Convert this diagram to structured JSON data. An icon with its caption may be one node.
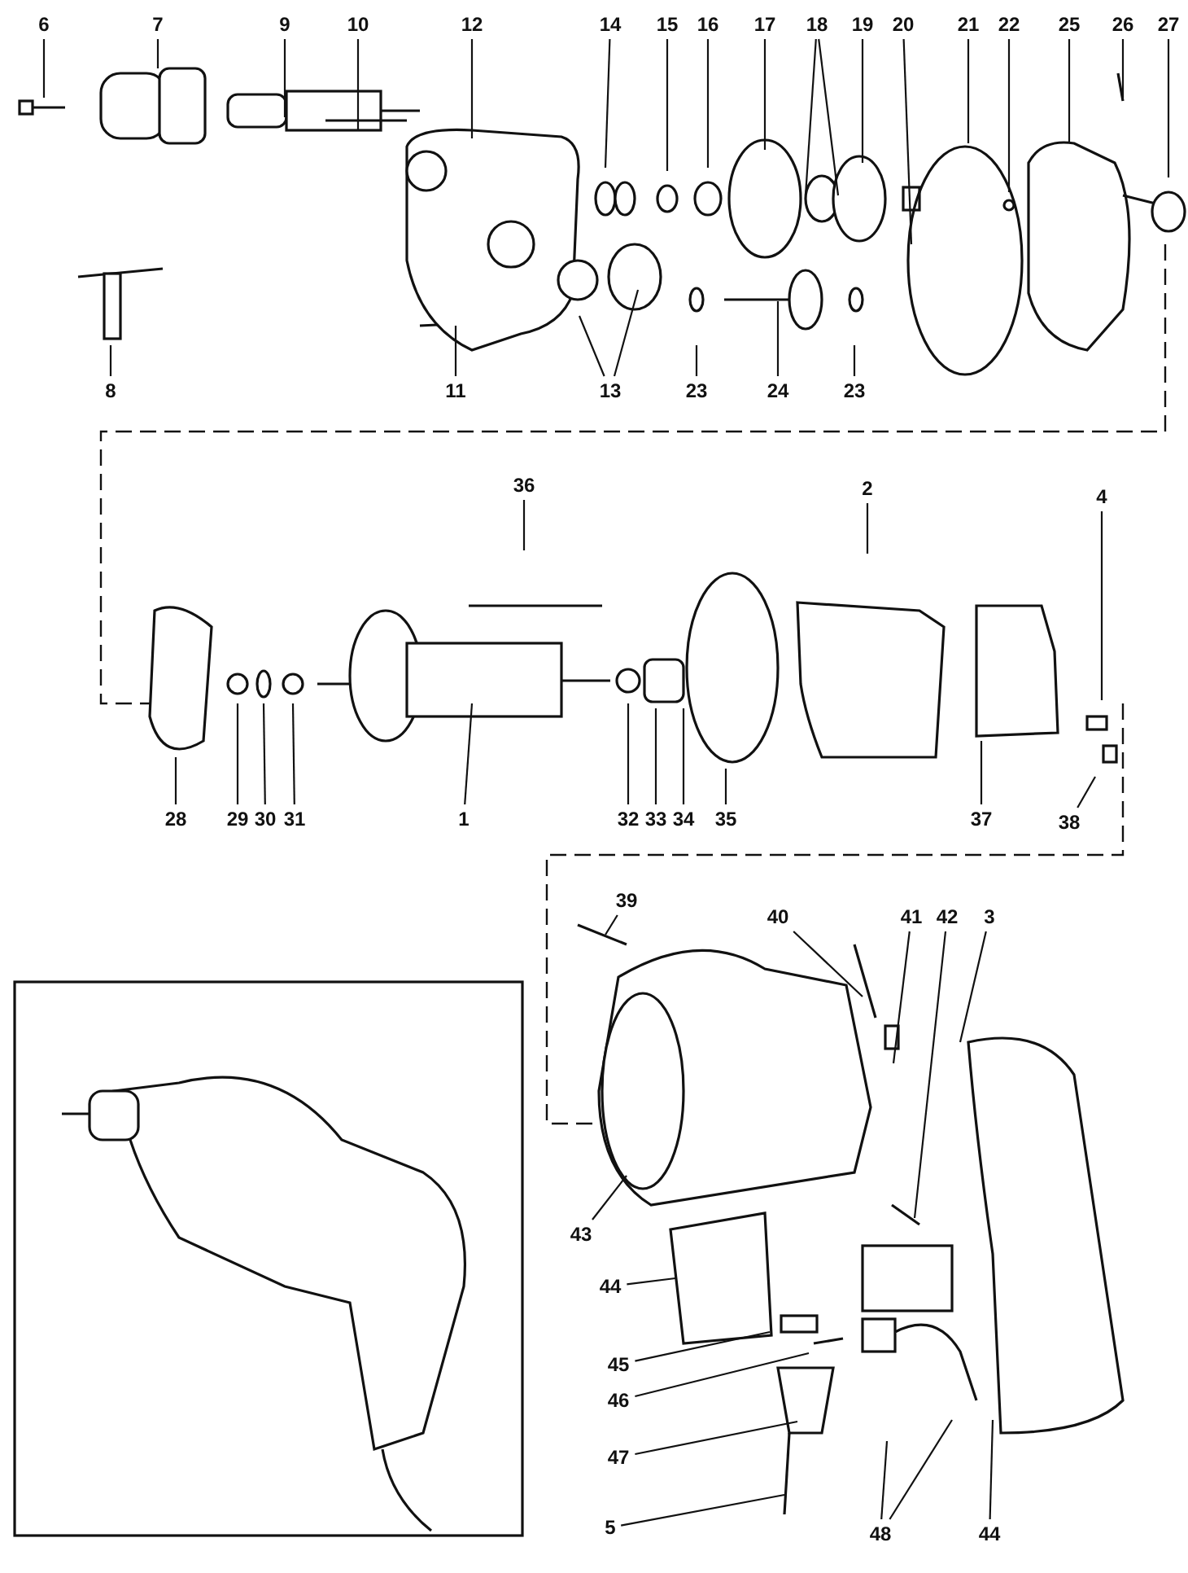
{
  "diagram": {
    "nodes": [
      {
        "text": [
          "6"
        ]
      },
      {
        "text": [
          "7"
        ]
      },
      {
        "text": [
          "9"
        ]
      },
      {
        "text": [
          "10"
        ]
      },
      {
        "text": [
          "12"
        ]
      },
      {
        "text": [
          "14"
        ]
      },
      {
        "text": [
          "15"
        ]
      },
      {
        "text": [
          "16"
        ]
      },
      {
        "text": [
          "17"
        ]
      },
      {
        "text": [
          "18"
        ]
      },
      {
        "text": [
          "19"
        ]
      },
      {
        "text": [
          "20"
        ]
      },
      {
        "text": [
          "21"
        ]
      },
      {
        "text": [
          "22"
        ]
      },
      {
        "text": [
          "25"
        ]
      },
      {
        "text": [
          "26"
        ]
      },
      {
        "text": [
          "27"
        ]
      },
      {
        "text": [
          "8"
        ]
      },
      {
        "text": [
          "11"
        ]
      },
      {
        "text": [
          "13"
        ]
      },
      {
        "text": [
          "23"
        ]
      },
      {
        "text": [
          "24"
        ]
      },
      {
        "text": [
          "23"
        ]
      },
      {
        "text": [
          "36"
        ]
      },
      {
        "text": [
          "2"
        ]
      },
      {
        "text": [
          "4"
        ]
      },
      {
        "text": [
          "28"
        ]
      },
      {
        "text": [
          "29"
        ]
      },
      {
        "text": [
          "30"
        ]
      },
      {
        "text": [
          "31"
        ]
      },
      {
        "text": [
          "1"
        ]
      },
      {
        "text": [
          "32"
        ]
      },
      {
        "text": [
          "33"
        ]
      },
      {
        "text": [
          "34"
        ]
      },
      {
        "text": [
          "35"
        ]
      },
      {
        "text": [
          "37"
        ]
      },
      {
        "text": [
          "38"
        ]
      },
      {
        "text": [
          "39"
        ]
      },
      {
        "text": [
          "40"
        ]
      },
      {
        "text": [
          "41"
        ]
      },
      {
        "text": [
          "42"
        ]
      },
      {
        "text": [
          "3"
        ]
      },
      {
        "text": [
          "43"
        ]
      },
      {
        "text": [
          "44"
        ]
      },
      {
        "text": [
          "45"
        ]
      },
      {
        "text": [
          "46"
        ]
      },
      {
        "text": [
          "47"
        ]
      },
      {
        "text": [
          "5"
        ]
      },
      {
        "text": [
          "48"
        ]
      },
      {
        "text": [
          "44"
        ]
      }
    ],
    "edges": [
      {
        "from": 0,
        "to": null,
        "arrow": "none"
      },
      {
        "from": 1,
        "to": null,
        "arrow": "none"
      },
      {
        "from": 2,
        "to": null,
        "arrow": "none"
      },
      {
        "from": 3,
        "to": null,
        "arrow": "none"
      },
      {
        "from": 4,
        "to": null,
        "arrow": "none"
      },
      {
        "from": 5,
        "to": null,
        "arrow": "none"
      },
      {
        "from": 6,
        "to": null,
        "arrow": "none"
      },
      {
        "from": 7,
        "to": null,
        "arrow": "none"
      },
      {
        "from": 8,
        "to": null,
        "arrow": "none"
      },
      {
        "from": 9,
        "to": null,
        "arrow": "none"
      },
      {
        "from": 9,
        "to": null,
        "arrow": "none"
      },
      {
        "from": 10,
        "to": null,
        "arrow": "none"
      },
      {
        "from": 11,
        "to": null,
        "arrow": "none"
      },
      {
        "from": 12,
        "to": null,
        "arrow": "none"
      },
      {
        "from": 13,
        "to": null,
        "arrow": "none"
      },
      {
        "from": 14,
        "to": null,
        "arrow": "none"
      },
      {
        "from": 15,
        "to": null,
        "arrow": "none"
      },
      {
        "from": 16,
        "to": null,
        "arrow": "none"
      },
      {
        "from": 17,
        "to": null,
        "arrow": "none"
      },
      {
        "from": 18,
        "to": null,
        "arrow": "none"
      },
      {
        "from": 19,
        "to": null,
        "arrow": "none"
      },
      {
        "from": 19,
        "to": null,
        "arrow": "none"
      },
      {
        "from": 20,
        "to": null,
        "arrow": "none"
      },
      {
        "from": 21,
        "to": null,
        "arrow": "none"
      },
      {
        "from": 22,
        "to": null,
        "arrow": "none"
      },
      {
        "from": 23,
        "to": null,
        "arrow": "none"
      },
      {
        "from": 24,
        "to": null,
        "arrow": "none"
      },
      {
        "from": 25,
        "to": null,
        "arrow": "none"
      },
      {
        "from": 26,
        "to": null,
        "arrow": "none"
      },
      {
        "from": 27,
        "to": null,
        "arrow": "none"
      },
      {
        "from": 28,
        "to": null,
        "arrow": "none"
      },
      {
        "from": 29,
        "to": null,
        "arrow": "none"
      },
      {
        "from": 30,
        "to": null,
        "arrow": "none"
      },
      {
        "from": 31,
        "to": null,
        "arrow": "none"
      },
      {
        "from": 32,
        "to": null,
        "arrow": "none"
      },
      {
        "from": 33,
        "to": null,
        "arrow": "none"
      },
      {
        "from": 34,
        "to": null,
        "arrow": "none"
      },
      {
        "from": 35,
        "to": null,
        "arrow": "none"
      },
      {
        "from": 36,
        "to": null,
        "arrow": "none"
      },
      {
        "from": 37,
        "to": null,
        "arrow": "none"
      },
      {
        "from": 38,
        "to": null,
        "arrow": "none"
      },
      {
        "from": 39,
        "to": null,
        "arrow": "none"
      },
      {
        "from": 40,
        "to": null,
        "arrow": "none"
      },
      {
        "from": 41,
        "to": null,
        "arrow": "none"
      },
      {
        "from": 42,
        "to": null,
        "arrow": "none"
      },
      {
        "from": 43,
        "to": null,
        "arrow": "none"
      },
      {
        "from": 44,
        "to": null,
        "arrow": "none"
      },
      {
        "from": 45,
        "to": null,
        "arrow": "none"
      },
      {
        "from": 46,
        "to": null,
        "arrow": "none"
      },
      {
        "from": 47,
        "to": null,
        "arrow": "none"
      },
      {
        "from": 48,
        "to": null,
        "arrow": "none"
      },
      {
        "from": 48,
        "to": null,
        "arrow": "none"
      },
      {
        "from": 49,
        "to": null,
        "arrow": "none"
      }
    ]
  }
}
